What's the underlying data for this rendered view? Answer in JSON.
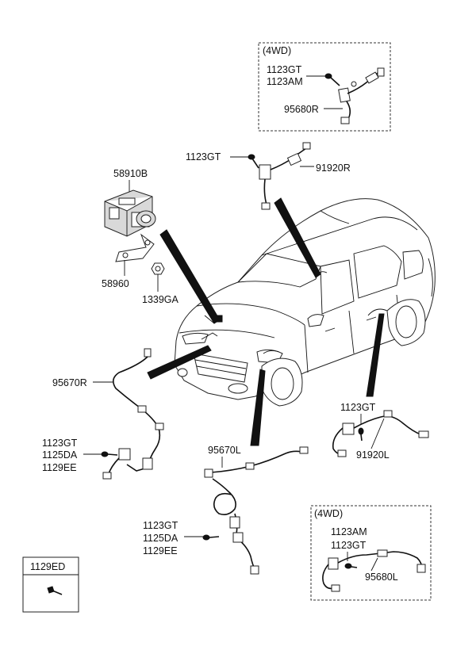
{
  "labels": {
    "box_4wd_top": "(4WD)",
    "box_4wd_bottom": "(4WD)",
    "p_1123GT_a": "1123GT",
    "p_1123AM_a": "1123AM",
    "p_95680R": "95680R",
    "p_1123GT_b": "1123GT",
    "p_91920R": "91920R",
    "p_58910B": "58910B",
    "p_58960": "58960",
    "p_1339GA": "1339GA",
    "p_95670R": "95670R",
    "p_1123GT_c": "1123GT",
    "p_91920L": "91920L",
    "p_1123GT_d": "1123GT",
    "p_1125DA_d": "1125DA",
    "p_1129EE_d": "1129EE",
    "p_95670L": "95670L",
    "p_1123GT_e": "1123GT",
    "p_1125DA_e": "1125DA",
    "p_1129EE_e": "1129EE",
    "p_1123AM_f": "1123AM",
    "p_1123GT_f": "1123GT",
    "p_95680L": "95680L",
    "p_1129ED": "1129ED"
  }
}
